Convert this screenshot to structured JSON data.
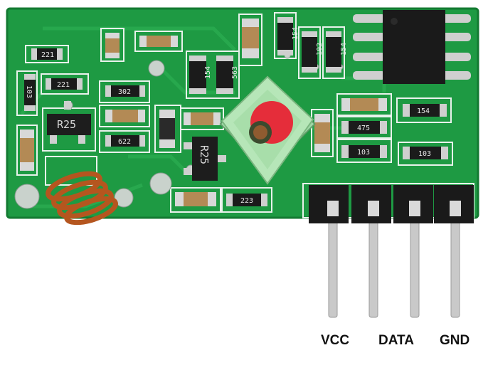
{
  "board": {
    "colors": {
      "pcb": "#1e9a43",
      "pcb_dark": "#137a31",
      "silk": "#e9f2ec",
      "pin": "#c9c9c9",
      "header": "#1a1a1a",
      "coil": "#b5561f"
    }
  },
  "components": {
    "resistor_codes": [
      "221",
      "103",
      "221",
      "302",
      "622",
      "154",
      "563",
      "102",
      "154",
      "154",
      "475",
      "103",
      "103",
      "223"
    ],
    "transistor_mark_1": "R25",
    "transistor_mark_2": "R25"
  },
  "pins": {
    "labels": [
      "VCC",
      "DATA",
      "GND"
    ]
  }
}
